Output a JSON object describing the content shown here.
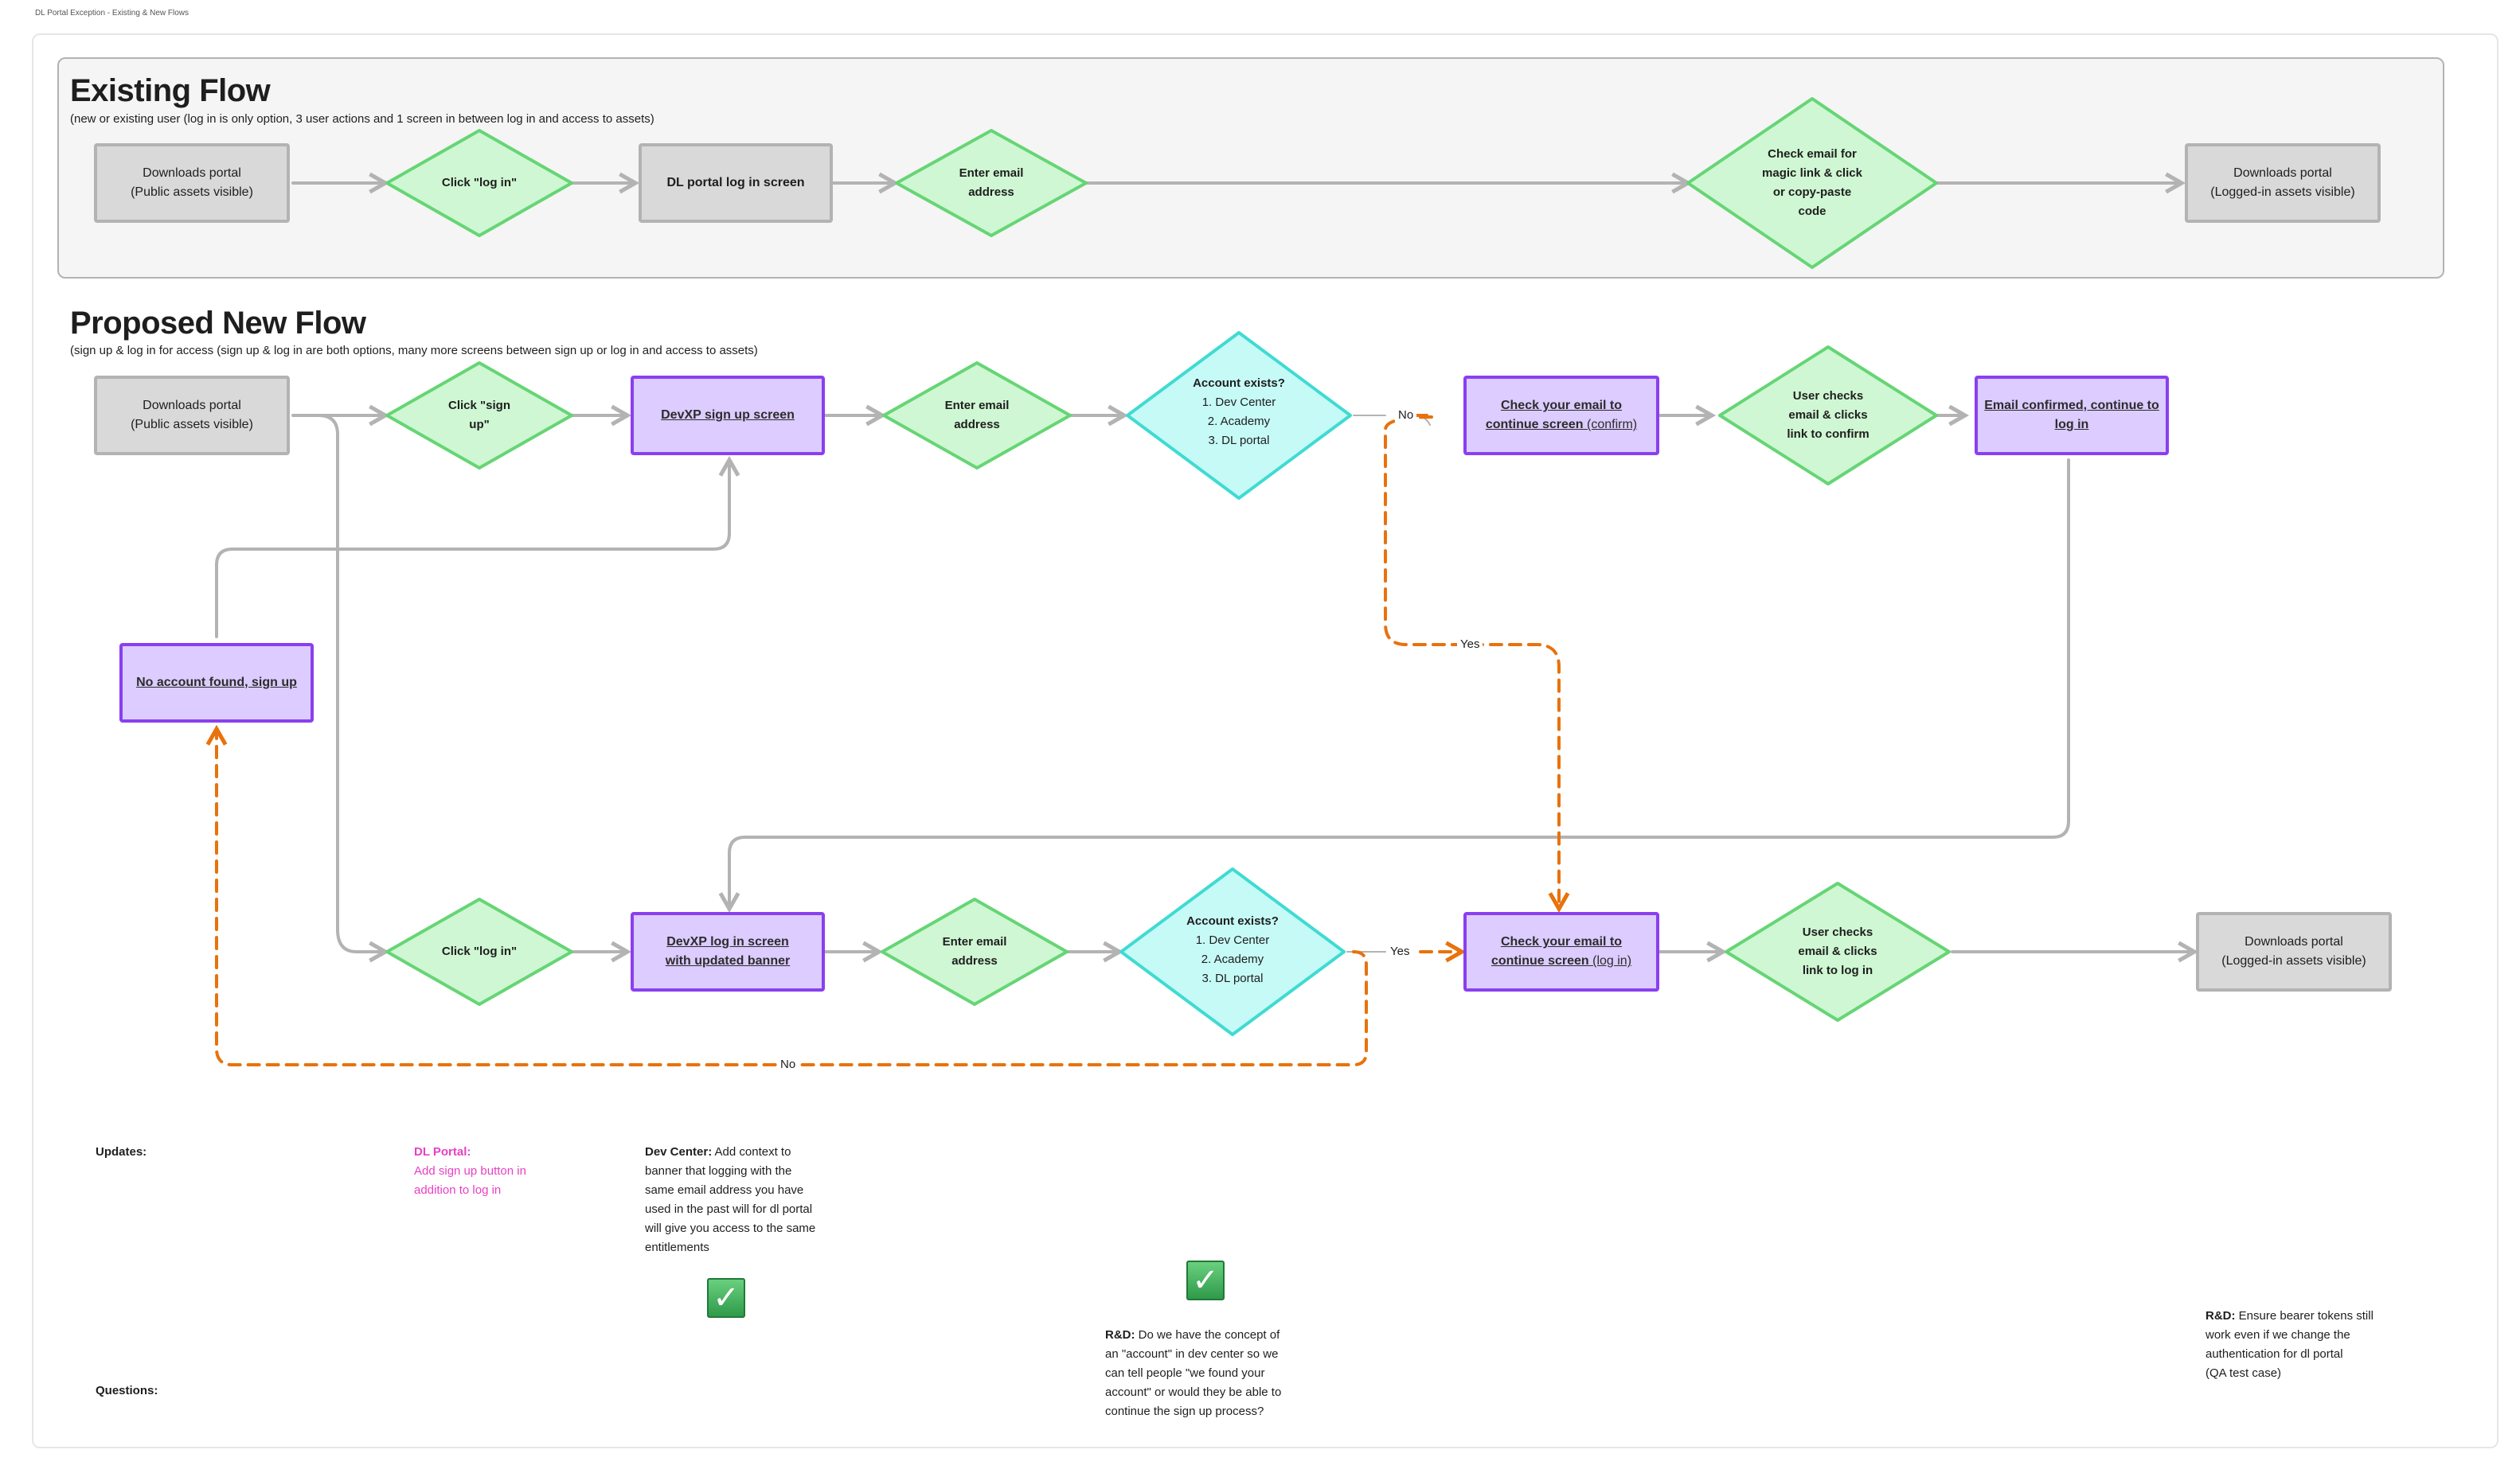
{
  "frame_title": "DL Portal Exception - Existing & New Flows",
  "existing": {
    "title": "Existing Flow",
    "subtitle": "(new or existing user (log in is only option, 3 user actions and 1 screen in between log in and access to assets)",
    "nodes": {
      "portal_start": "Downloads portal\n(Public assets visible)",
      "click_login": "Click \"log in\"",
      "login_screen": "DL portal log in screen",
      "enter_email": "Enter email\naddress",
      "check_email": "Check email for\nmagic link & click\nor copy-paste\ncode",
      "portal_end": "Downloads portal\n(Logged-in assets visible)"
    }
  },
  "proposed": {
    "title": "Proposed New Flow",
    "subtitle": "(sign up & log in for access (sign up & log in are both options, many more screens between sign up or log in and access to assets)",
    "nodes": {
      "portal_start": "Downloads portal\n(Public assets visible)",
      "click_signup": "Click \"sign\nup\"",
      "signup_screen": "DevXP sign up screen",
      "enter_email_top": "Enter email\naddress",
      "account_exists_top": {
        "title": "Account exists?",
        "items": [
          "1. Dev Center",
          "2. Academy",
          "3. DL portal"
        ]
      },
      "check_email_confirm": {
        "bold": "Check your email to continue screen",
        "normal": " (confirm)"
      },
      "user_checks_confirm": "User checks\nemail & clicks\nlink to confirm",
      "email_confirmed": "Email confirmed, continue to log in",
      "no_account": "No account found, sign up",
      "click_login": "Click \"log in\"",
      "login_screen": "DevXP log in screen\nwith updated banner",
      "enter_email_bottom": "Enter email\naddress",
      "account_exists_bottom": {
        "title": "Account exists?",
        "items": [
          "1. Dev Center",
          "2. Academy",
          "3. DL portal"
        ]
      },
      "check_email_login": {
        "bold": "Check your email to continue screen",
        "normal": " (log in)"
      },
      "user_checks_login": "User checks\nemail & clicks\nlink to log in",
      "portal_end": "Downloads portal\n(Logged-in assets visible)"
    },
    "edge_labels": {
      "no_top": "No",
      "yes_top": "Yes",
      "yes_bottom": "Yes",
      "no_bottom": "No"
    }
  },
  "notes": {
    "updates_label": "Updates:",
    "questions_label": "Questions:",
    "dl_portal_title": "DL Portal:",
    "dl_portal_body": "Add sign up button in\naddition to log in",
    "dev_center_title": "Dev Center:",
    "dev_center_body": " Add context to\nbanner that logging with the\nsame email address you have\nused in the past will for dl portal\nwill give you access to the same\nentitlements",
    "rd_question_title": "R&D:",
    "rd_question_body": " Do we have the concept of\nan \"account\" in dev center so we\ncan tell people \"we found your\naccount\" or would they be able to\ncontinue the sign up process?",
    "rd_tokens_title": "R&D:",
    "rd_tokens_body": " Ensure bearer tokens still\nwork even if we change the\nauthentication for dl portal\n(QA test case)"
  },
  "colors": {
    "decision_fill": "#cff7d3",
    "decision_stroke": "#66d575",
    "check_fill": "#c6faf6",
    "check_stroke": "#3fdbd2",
    "screen_fill": "#dcccff",
    "screen_stroke": "#8a3ff0",
    "portal_fill": "#d9d9d9",
    "portal_stroke": "#b3b3b3",
    "connector": "#b3b3b3",
    "alt_path": "#e8720c",
    "note_accent": "#e83fc4"
  },
  "icons": {
    "approved": "checkmark-icon"
  }
}
